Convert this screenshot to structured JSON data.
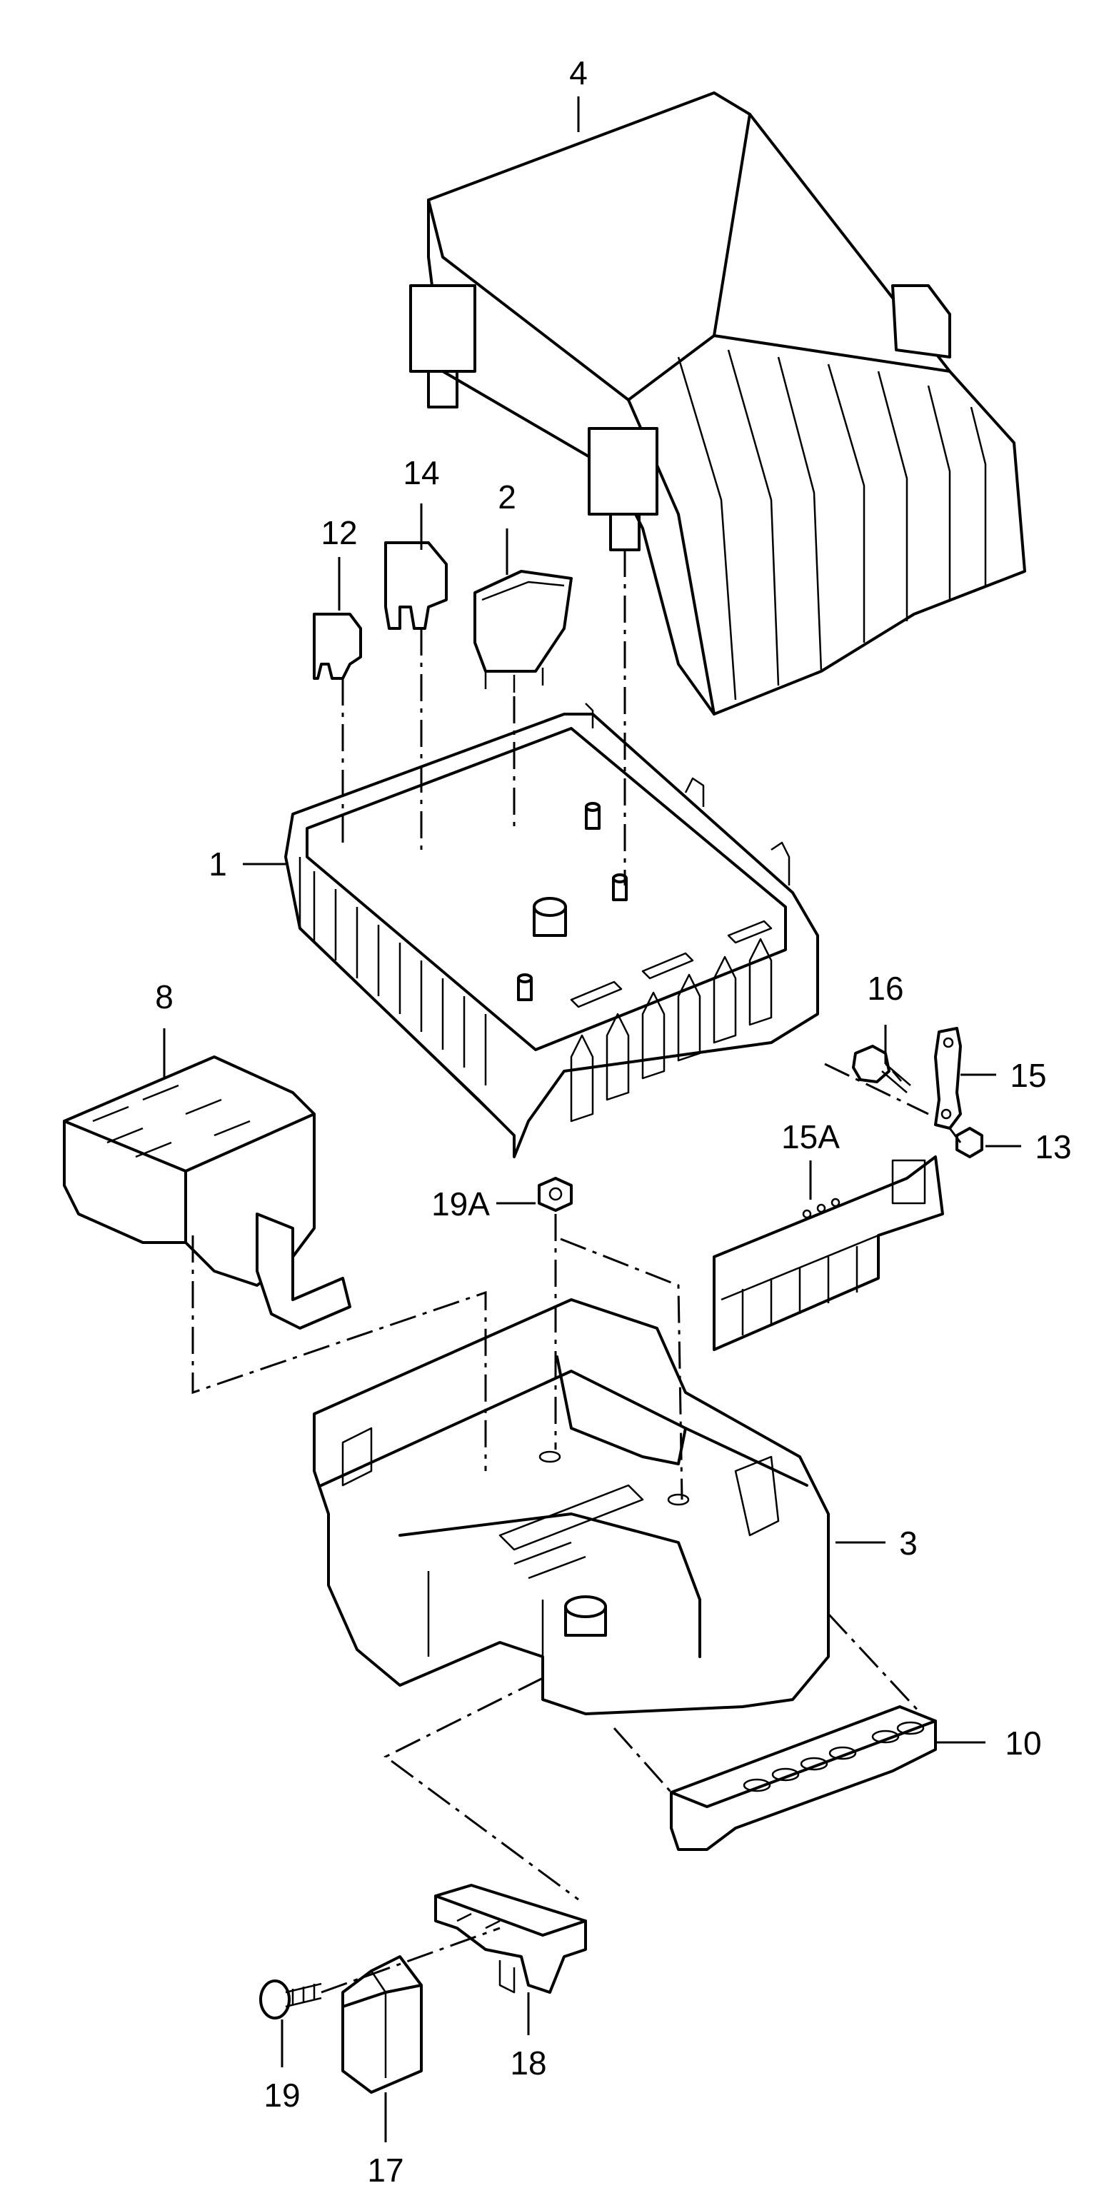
{
  "diagram": {
    "title": "",
    "callouts": [
      {
        "id": "c1",
        "text": "1"
      },
      {
        "id": "c2",
        "text": "2"
      },
      {
        "id": "c3",
        "text": "3"
      },
      {
        "id": "c4",
        "text": "4"
      },
      {
        "id": "c8",
        "text": "8"
      },
      {
        "id": "c10",
        "text": "10"
      },
      {
        "id": "c12",
        "text": "12"
      },
      {
        "id": "c13",
        "text": "13"
      },
      {
        "id": "c14",
        "text": "14"
      },
      {
        "id": "c15",
        "text": "15"
      },
      {
        "id": "c15a",
        "text": "15A"
      },
      {
        "id": "c16",
        "text": "16"
      },
      {
        "id": "c17",
        "text": "17"
      },
      {
        "id": "c18",
        "text": "18"
      },
      {
        "id": "c19",
        "text": "19"
      },
      {
        "id": "c19a",
        "text": "19A"
      }
    ]
  }
}
